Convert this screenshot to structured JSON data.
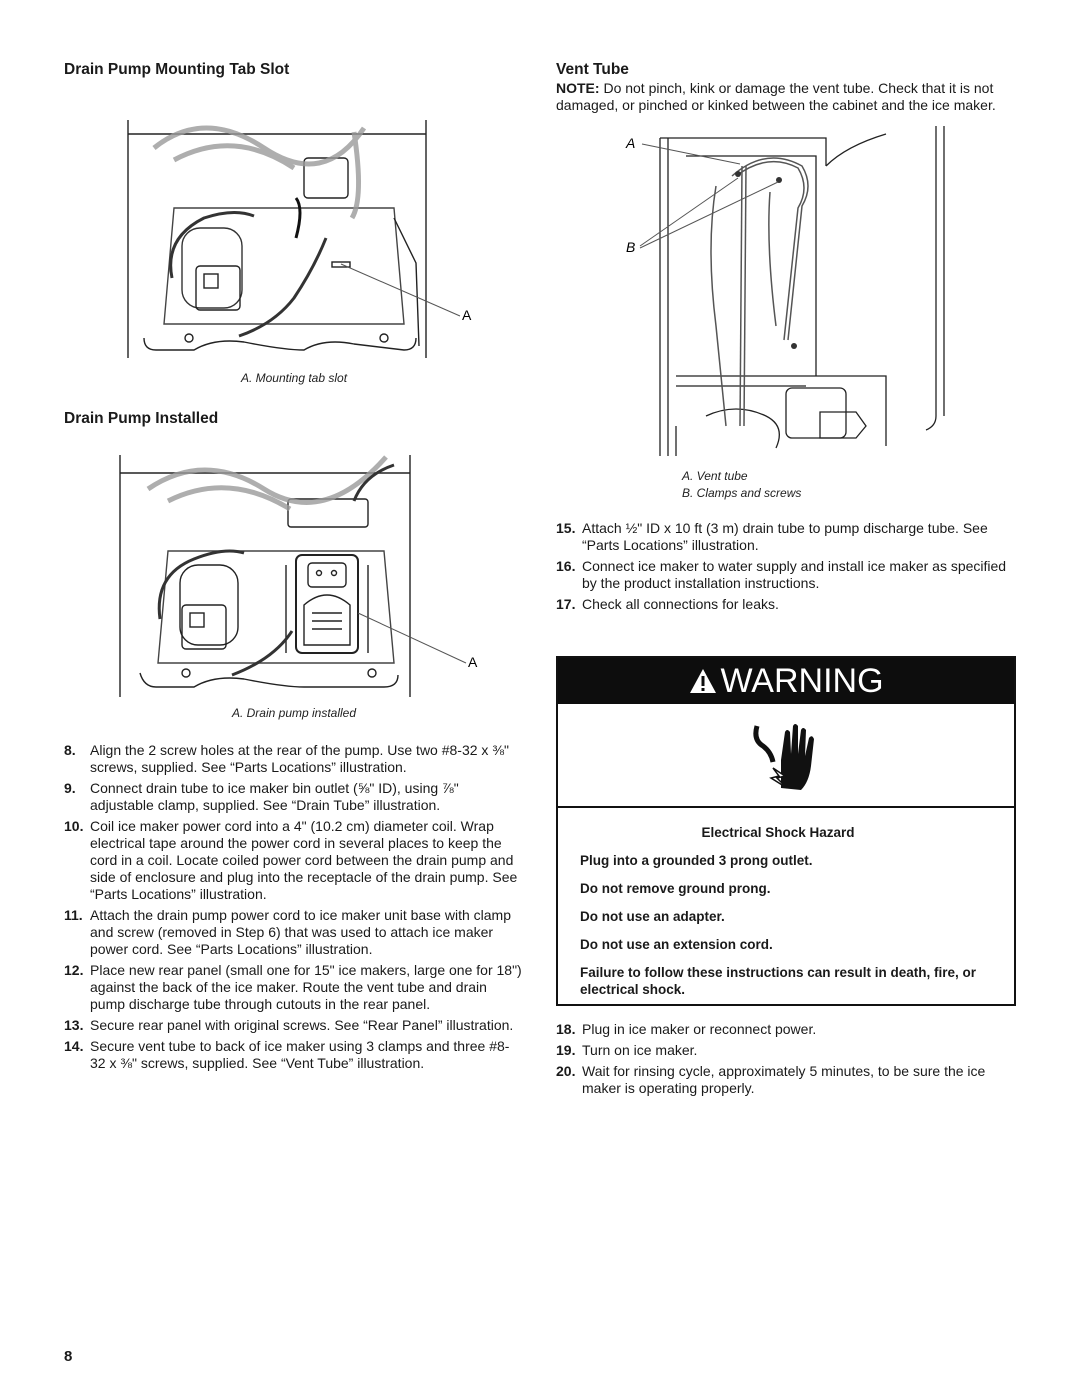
{
  "left": {
    "heading1": "Drain Pump Mounting Tab Slot",
    "fig1_label": "A",
    "fig1_caption": "A. Mounting tab slot",
    "heading2": "Drain Pump Installed",
    "fig2_label": "A",
    "fig2_caption": "A. Drain pump installed",
    "steps": [
      {
        "num": "8.",
        "text": "Align the 2 screw holes at the rear of the pump. Use two #8-32 x ⅜\" screws, supplied. See “Parts Locations” illustration."
      },
      {
        "num": "9.",
        "text": "Connect drain tube to ice maker bin outlet (⅝\" ID), using ⅞\" adjustable clamp, supplied. See “Drain Tube” illustration."
      },
      {
        "num": "10.",
        "text": "Coil ice maker power cord into a 4\" (10.2 cm) diameter coil. Wrap electrical tape around the power cord in several places to keep the cord in a coil. Locate coiled power cord between the drain pump and side of enclosure and plug into the receptacle of the drain pump. See “Parts Locations” illustration."
      },
      {
        "num": "11.",
        "text": "Attach the drain pump power cord to ice maker unit base with clamp and screw (removed in Step 6) that was used to attach ice maker power cord. See “Parts Locations” illustration."
      },
      {
        "num": "12.",
        "text": "Place new rear panel (small one for 15\" ice makers, large one for 18\") against the back of the ice maker. Route the vent tube and drain pump discharge tube through cutouts in the rear panel."
      },
      {
        "num": "13.",
        "text": "Secure rear panel with original screws. See “Rear Panel” illustration."
      },
      {
        "num": "14.",
        "text": "Secure vent tube to back of ice maker using 3 clamps and three #8-32 x ⅜\" screws, supplied. See “Vent Tube” illustration."
      }
    ]
  },
  "right": {
    "heading": "Vent Tube",
    "note_label": "NOTE:",
    "note_text": " Do not pinch, kink or damage the vent tube. Check that it is not damaged, or pinched or kinked between the cabinet and the ice maker.",
    "fig_label_a": "A",
    "fig_label_b": "B",
    "caption_a": "A. Vent tube",
    "caption_b": "B. Clamps and screws",
    "steps_top": [
      {
        "num": "15.",
        "text": "Attach ½\" ID x 10 ft (3 m) drain tube to pump discharge tube. See “Parts Locations” illustration."
      },
      {
        "num": "16.",
        "text": "Connect ice maker to water supply and install ice maker as specified by the product installation instructions."
      },
      {
        "num": "17.",
        "text": "Check all connections for leaks."
      }
    ],
    "steps_bottom": [
      {
        "num": "18.",
        "text": "Plug in ice maker or reconnect power."
      },
      {
        "num": "19.",
        "text": "Turn on ice maker."
      },
      {
        "num": "20.",
        "text": "Wait for rinsing cycle, approximately 5 minutes, to be sure the ice maker is operating properly."
      }
    ]
  },
  "warning": {
    "title": "WARNING",
    "hazard": "Electrical Shock Hazard",
    "lines": [
      "Plug into a grounded 3 prong outlet.",
      "Do not remove ground prong.",
      "Do not use an adapter.",
      "Do not use an extension cord.",
      "Failure to follow these instructions can result in death, fire, or electrical shock."
    ],
    "icon": "electrical-shock-hand-icon"
  },
  "page_number": "8"
}
